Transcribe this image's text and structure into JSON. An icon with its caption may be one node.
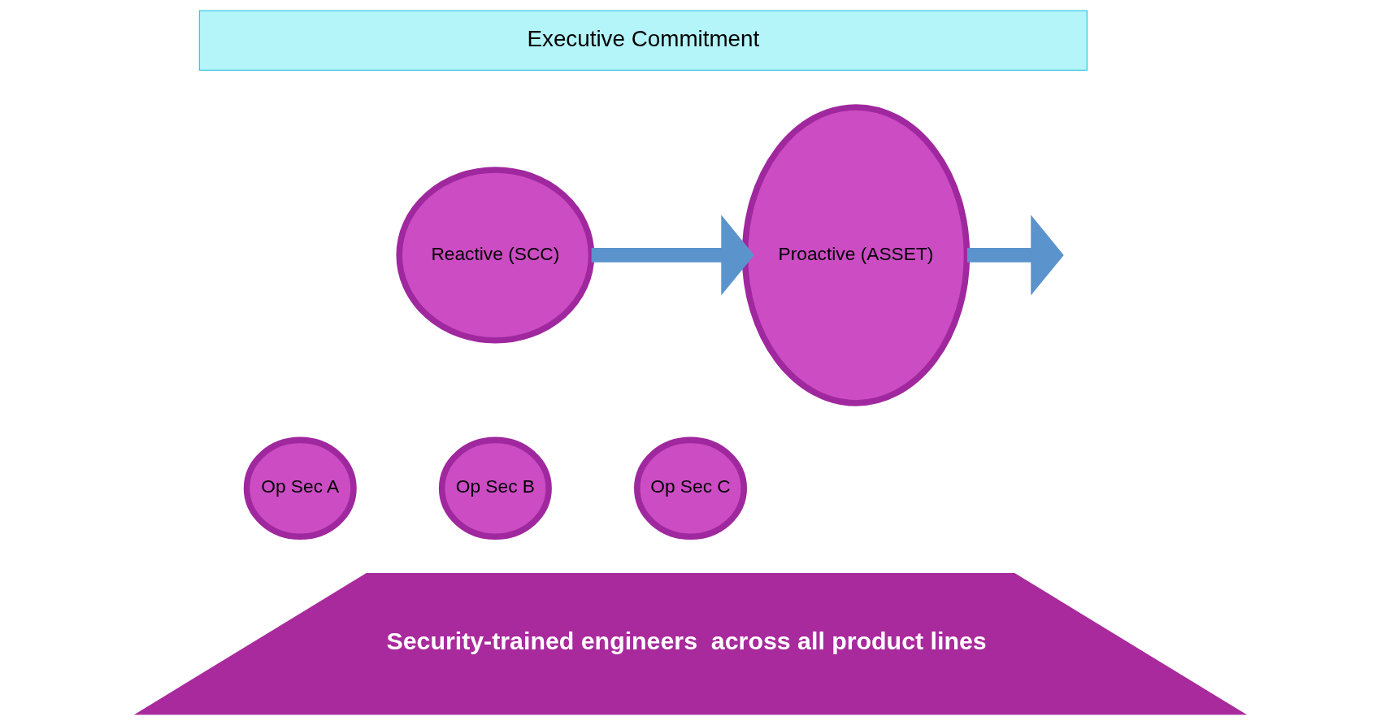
{
  "diagram": {
    "nodes": [
      {
        "text": [
          "Executive Commitment"
        ]
      },
      {
        "text": [
          "Reactive (SCC)"
        ]
      },
      {
        "text": [
          "Op Sec A"
        ]
      },
      {
        "text": [
          "Op Sec B"
        ]
      },
      {
        "text": [
          "Op Sec C"
        ]
      },
      {
        "text": [
          "Proactive (ASSET)"
        ]
      },
      {
        "text": [
          "Security-trained engineers  across all product lines"
        ]
      }
    ],
    "edges": [
      {
        "from": 1,
        "to": 5,
        "arrow": "to"
      },
      {
        "from": 5,
        "to": null,
        "arrow": "to"
      }
    ]
  }
}
